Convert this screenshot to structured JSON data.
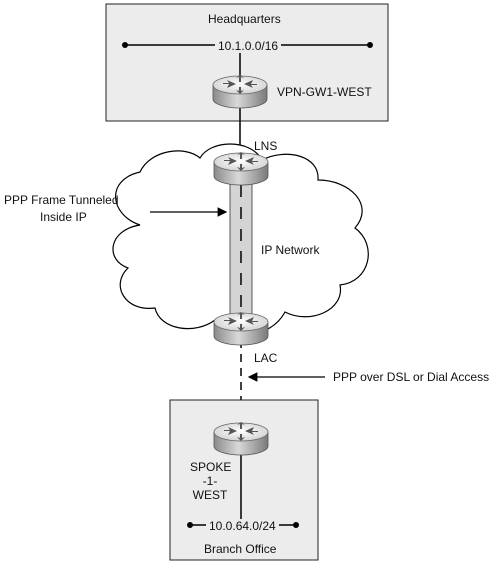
{
  "headquarters": {
    "title": "Headquarters",
    "subnet": "10.1.0.0/16",
    "gateway": "VPN-GW1-WEST"
  },
  "tunnel": {
    "lns_label": "LNS",
    "lac_label": "LAC",
    "cloud_label": "IP Network",
    "tunnel_annotation_line1": "PPP Frame Tunneled",
    "tunnel_annotation_line2": "Inside IP",
    "access_annotation": "PPP over DSL or Dial Access"
  },
  "branch": {
    "router_line1": "SPOKE",
    "router_line2": "-1-",
    "router_line3": "WEST",
    "subnet": "10.0.64.0/24",
    "title": "Branch Office"
  },
  "colors": {
    "box_fill": "#ececec",
    "tunnel_fill": "#d4d4d4",
    "router_top": "#f0f0f0",
    "router_side": "#9a9a9a"
  }
}
